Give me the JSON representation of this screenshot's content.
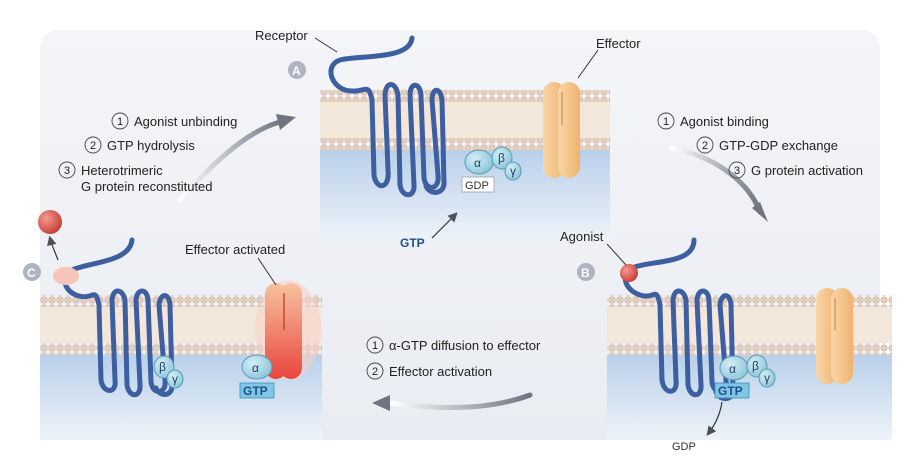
{
  "panels": {
    "A": {
      "letter": "A",
      "receptor_label": "Receptor",
      "effector_label": "Effector",
      "gdp_label": "GDP"
    },
    "B": {
      "letter": "B",
      "agonist_label": "Agonist",
      "gtp_label": "GTP",
      "gdp_label": "GDP"
    },
    "C": {
      "letter": "C",
      "effector_label": "Effector activated",
      "gtp_label": "GTP"
    }
  },
  "free_gtp": "GTP",
  "subunits": {
    "alpha": "α",
    "beta": "β",
    "gamma": "γ"
  },
  "steps": {
    "a_to_b": [
      {
        "num": "1",
        "text": "Agonist binding"
      },
      {
        "num": "2",
        "text": "GTP-GDP exchange"
      },
      {
        "num": "3",
        "text": "G protein activation"
      }
    ],
    "b_to_c": [
      {
        "num": "1",
        "text": "α-GTP diffusion to effector"
      },
      {
        "num": "2",
        "text": "Effector activation"
      }
    ],
    "c_to_a": [
      {
        "num": "1",
        "text": "Agonist unbinding"
      },
      {
        "num": "2",
        "text": "GTP hydrolysis"
      },
      {
        "num": "3",
        "text": "Heterotrimeric",
        "text2": "G protein reconstituted"
      }
    ]
  },
  "colors": {
    "receptor": "#3d5fa0",
    "membrane_bead": "#e8d3c3",
    "effector_inactive": "#f6c98f",
    "effector_active": "#ef6a5a",
    "agonist": "#d9534f",
    "g_protein": "#a9d8e6",
    "cytoplasm": "#c7d9ee",
    "label_circle": "#aeb4c4"
  }
}
